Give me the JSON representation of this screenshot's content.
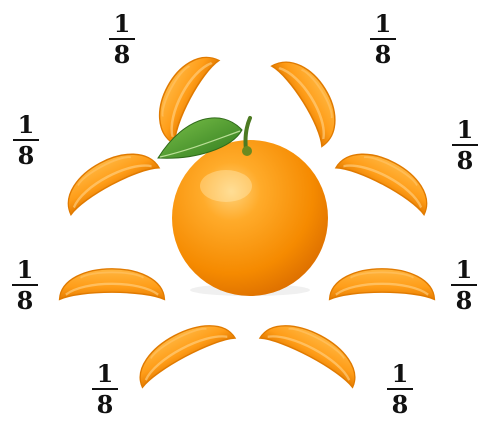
{
  "colors": {
    "peel": "#ff9a10",
    "segment": "#ffa320",
    "segment_dark": "#e07a00",
    "leaf": "#3f9a2a",
    "stem": "#4c7a22"
  },
  "fractions": [
    {
      "num": "1",
      "den": "8"
    },
    {
      "num": "1",
      "den": "8"
    },
    {
      "num": "1",
      "den": "8"
    },
    {
      "num": "1",
      "den": "8"
    },
    {
      "num": "1",
      "den": "8"
    },
    {
      "num": "1",
      "den": "8"
    },
    {
      "num": "1",
      "den": "8"
    },
    {
      "num": "1",
      "den": "8"
    }
  ]
}
